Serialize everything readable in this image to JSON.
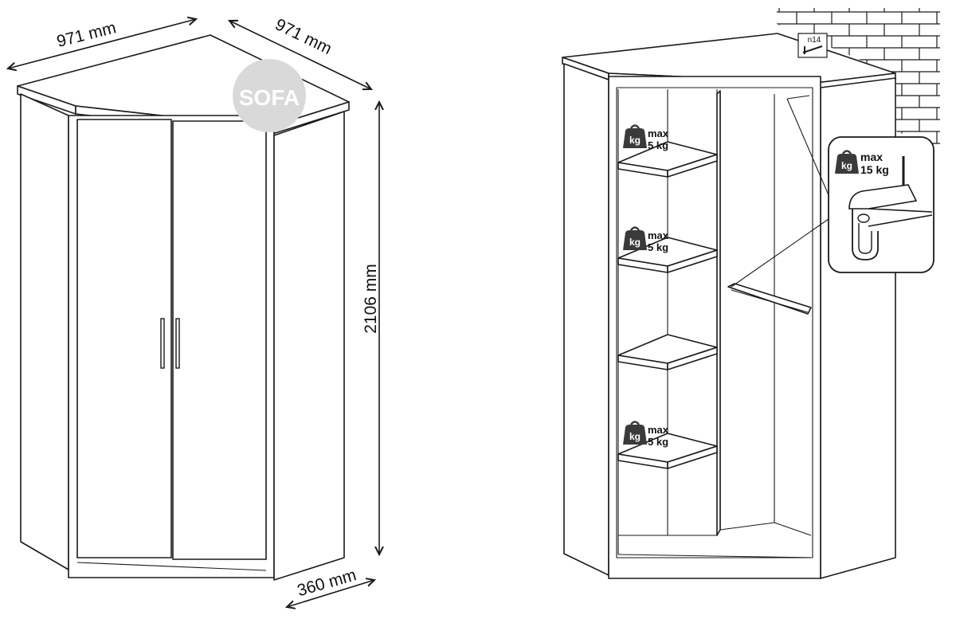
{
  "dimensions": {
    "width_left": "971 mm",
    "width_right": "971 mm",
    "height": "2106 mm",
    "depth": "360 mm"
  },
  "watermark": {
    "text": "SOFA",
    "color": "#d9d9d9"
  },
  "hardware_tag": {
    "text": "n14"
  },
  "weight_badges": [
    {
      "unit": "kg",
      "label": "max",
      "limit": "5 kg"
    },
    {
      "unit": "kg",
      "label": "max",
      "limit": "5 kg"
    },
    {
      "unit": "kg",
      "label": "max",
      "limit": "5 kg"
    }
  ],
  "rail_badge": {
    "unit": "kg",
    "label": "max",
    "limit": "15 kg"
  },
  "colors": {
    "line": "#1a1a1a",
    "weight_icon": "#3a3a3a",
    "background": "#ffffff"
  }
}
